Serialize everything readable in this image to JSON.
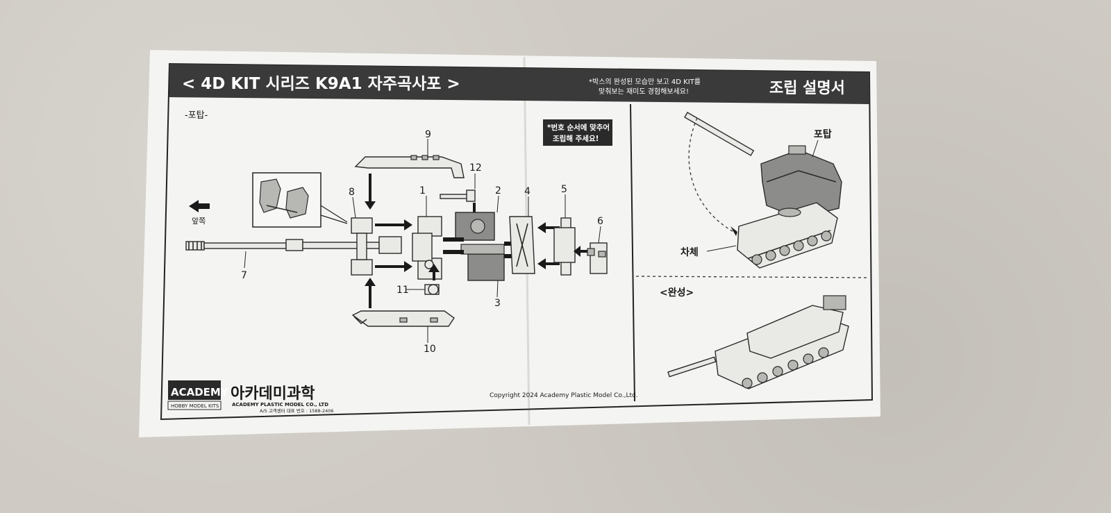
{
  "header": {
    "title": "< 4D KIT 시리즈 K9A1 자주곡사포 >",
    "note_line1": "*박스의 완성된 모습만 보고 4D KIT를",
    "note_line2": "맞춰보는 재미도 경험해보세요!",
    "right_title": "조립 설명서"
  },
  "section": {
    "turret_label": "-포탑-",
    "front_label": "앞쪽",
    "order_note_line1": "*번호 순서에 맞추어",
    "order_note_line2": "조립해 주세요!"
  },
  "parts": [
    "1",
    "2",
    "3",
    "4",
    "5",
    "6",
    "7",
    "8",
    "9",
    "10",
    "11",
    "12"
  ],
  "right_panel": {
    "turret_label": "포탑",
    "hull_label": "차체",
    "complete_label": "<완성>"
  },
  "footer": {
    "brand_box": "ACADEMY",
    "brand_sub": "HOBBY MODEL KITS",
    "company_korean": "아카데미과학",
    "company_english": "ACADEMY PLASTIC MODEL CO., LTD",
    "support": "A/S 고객센터 대표 번호 : 1588-2406",
    "copyright": "Copyright 2024 Academy Plastic Model Co.,Ltd."
  }
}
